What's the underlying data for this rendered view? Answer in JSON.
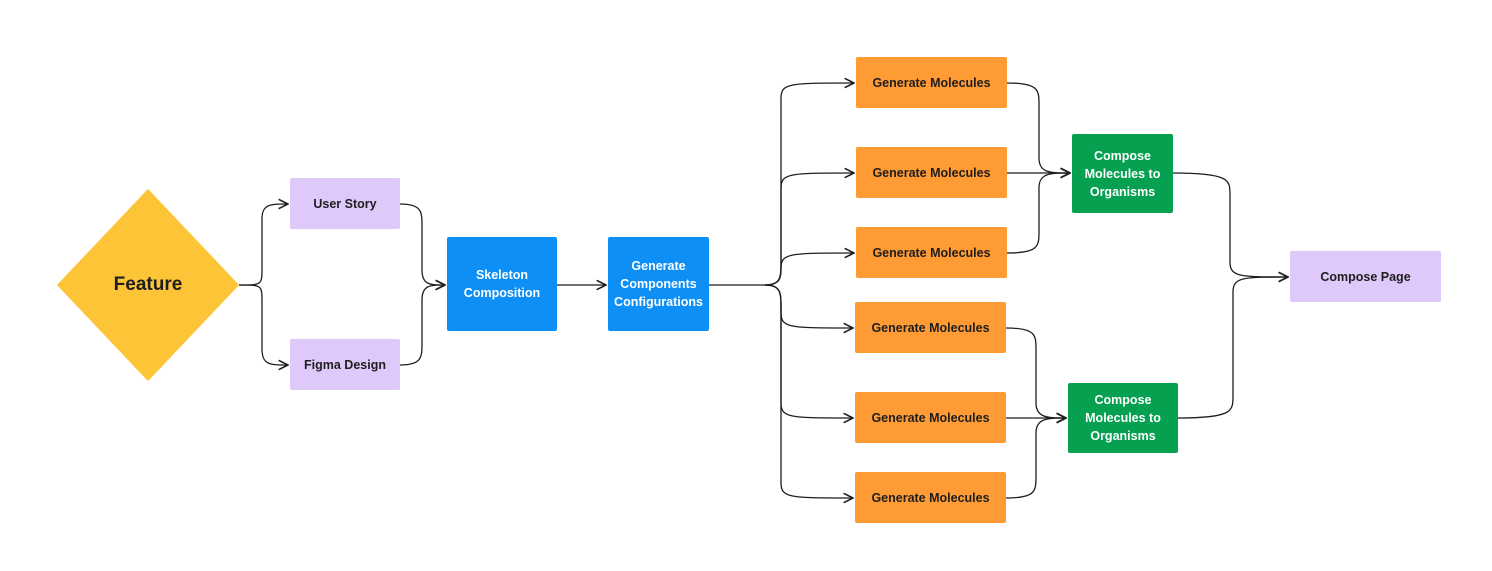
{
  "diagram": {
    "feature": "Feature",
    "user_story": "User Story",
    "figma_design": "Figma Design",
    "skeleton": "Skeleton Composition",
    "gen_config": "Generate Components Configurations",
    "molecules": [
      "Generate Molecules",
      "Generate Molecules",
      "Generate Molecules",
      "Generate Molecules",
      "Generate Molecules",
      "Generate Molecules"
    ],
    "compose_organisms": [
      "Compose Molecules to Organisms",
      "Compose Molecules to Organisms"
    ],
    "compose_page": "Compose Page",
    "colors": {
      "feature": "#fec438",
      "input": "#dfc9fb",
      "process": "#0d8ff6",
      "molecule": "#fe9b34",
      "organism": "#05a151",
      "line": "#1e1e1e"
    }
  }
}
